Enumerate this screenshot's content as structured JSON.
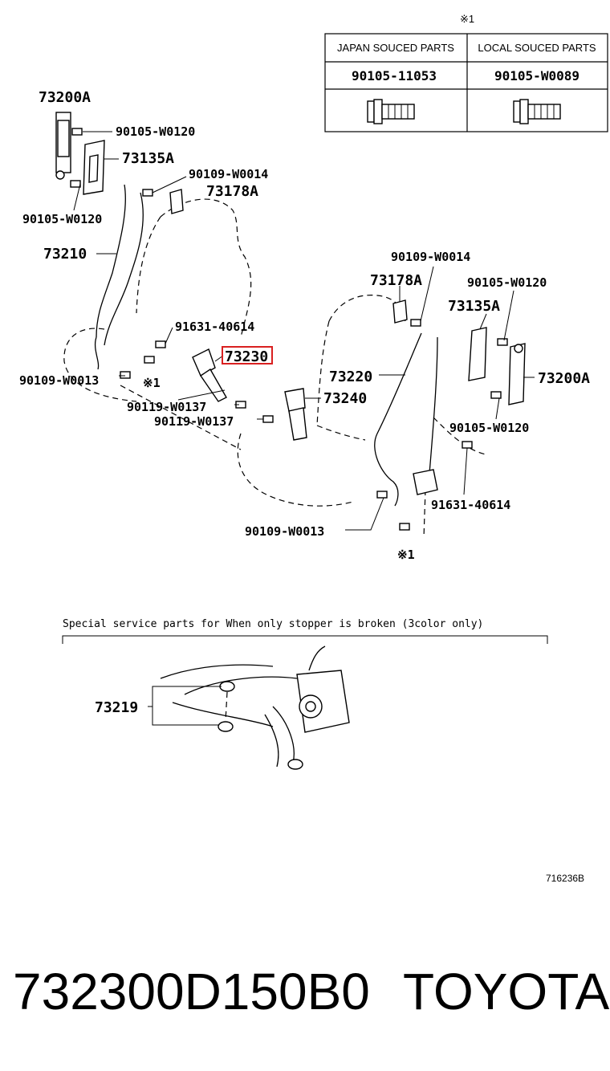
{
  "table": {
    "mark": "※1",
    "headers": [
      "JAPAN SOUCED PARTS",
      "LOCAL SOUCED PARTS"
    ],
    "part_numbers": [
      "90105-11053",
      "90105-W0089"
    ],
    "images": [
      "flange-bolt-icon",
      "flange-bolt-icon"
    ]
  },
  "labels": {
    "l_73200A": "73200A",
    "l_90105_W0120_a": "90105-W0120",
    "l_73135A": "73135A",
    "l_90109_W0014": "90109-W0014",
    "l_73178A": "73178A",
    "l_90105_W0120_b": "90105-W0120",
    "l_73210": "73210",
    "l_91631_40614": "91631-40614",
    "l_73230": "73230",
    "l_90109_W0013": "90109-W0013",
    "l_x1_left": "※1",
    "l_90119_W0137_a": "90119-W0137",
    "l_90119_W0137_b": "90119-W0137",
    "r_90109_W0014": "90109-W0014",
    "r_73178A": "73178A",
    "r_90105_W0120_a": "90105-W0120",
    "r_73135A": "73135A",
    "r_73220": "73220",
    "r_73200A": "73200A",
    "r_73240": "73240",
    "r_90105_W0120_b": "90105-W0120",
    "r_91631_40614": "91631-40614",
    "r_90109_W0013": "90109-W0013",
    "r_x1": "※1"
  },
  "special": {
    "note": "Special service parts for When only stopper is broken (3color only)",
    "part": "73219"
  },
  "highlight": {
    "part": "73230",
    "color": "#d92020"
  },
  "figure_id": "716236B",
  "footer": {
    "part_number": "732300D150B0",
    "brand": "TOYOTA"
  }
}
